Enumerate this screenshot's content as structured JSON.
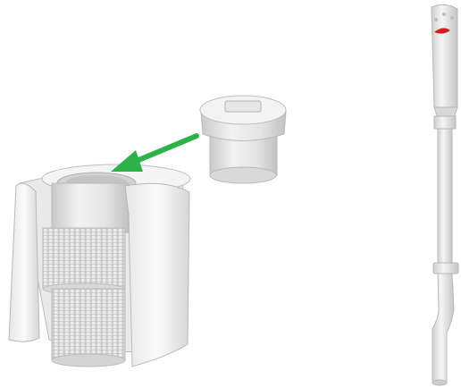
{
  "scene": {
    "background": "#ffffff",
    "objects": [
      {
        "name": "threaded-base-with-cover",
        "color": "#dcdcdc"
      },
      {
        "name": "plug-cap",
        "color": "#e2e2e2"
      },
      {
        "name": "tall-tube-assembly",
        "color": "#dedede"
      }
    ],
    "arrow": {
      "name": "green-insert-arrow",
      "color": "#2db24a"
    },
    "accent_mark": {
      "name": "red-marker",
      "color": "#d21f1f"
    }
  }
}
